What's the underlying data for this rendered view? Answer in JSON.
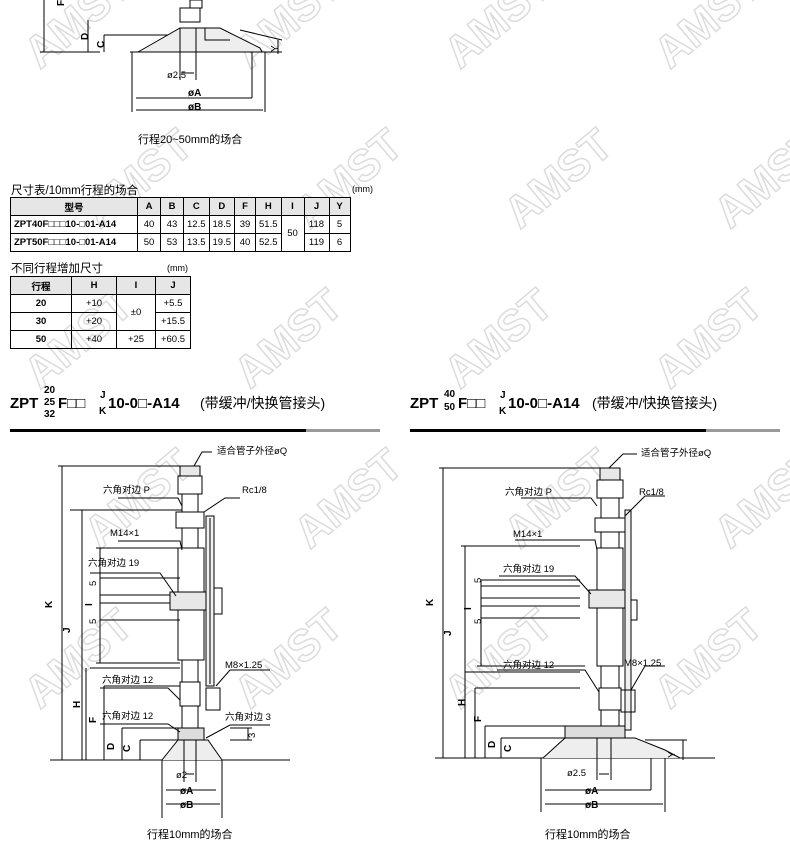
{
  "top_diagram": {
    "labels": {
      "F": "F",
      "D": "D",
      "C": "C",
      "Y": "Y",
      "phi25": "ø2.5",
      "phiA": "øA",
      "phiB": "øB"
    },
    "caption": "行程20~50mm的场合"
  },
  "dim_table": {
    "title": "尺寸表/10mm行程的场合",
    "unit": "(mm)",
    "headers": [
      "型号",
      "A",
      "B",
      "C",
      "D",
      "F",
      "H",
      "I",
      "J",
      "Y"
    ],
    "rows": [
      [
        "ZPT40F□□□10-□01-A14",
        "40",
        "43",
        "12.5",
        "18.5",
        "39",
        "51.5",
        "118",
        "5"
      ],
      [
        "ZPT50F□□□10-□01-A14",
        "50",
        "53",
        "13.5",
        "19.5",
        "40",
        "52.5",
        "119",
        "6"
      ]
    ],
    "merged_I": "50"
  },
  "stroke_table": {
    "title": "不同行程增加尺寸",
    "unit": "(mm)",
    "headers": [
      "行程",
      "H",
      "I",
      "J"
    ],
    "rows": [
      {
        "stroke": "20",
        "H": "+10",
        "J": "+5.5"
      },
      {
        "stroke": "30",
        "H": "+20",
        "J": "+15.5"
      },
      {
        "stroke": "50",
        "H": "+40",
        "I": "+25",
        "J": "+60.5"
      }
    ],
    "merged_I": "±0"
  },
  "left_section": {
    "model": {
      "prefix": "ZPT",
      "sizes": [
        "20",
        "25",
        "32"
      ],
      "mid": "F□□",
      "jk": [
        "J",
        "K"
      ],
      "suffix": "10-0□-A14"
    },
    "note": "(带缓冲/快换管接头)",
    "labels": {
      "tube": "适合管子外径øQ",
      "hexP": "六角对边 P",
      "rc": "Rc1/8",
      "m14": "M14×1",
      "hex19": "六角对边 19",
      "five1": "5",
      "five2": "5",
      "m8": "M8×1.25",
      "hex12a": "六角对边 12",
      "hex12b": "六角对边 12",
      "hex3": "六角对边 3",
      "three": "3",
      "K": "K",
      "J": "J",
      "I": "I",
      "H": "H",
      "F": "F",
      "D": "D",
      "C": "C",
      "phi2": "ø2",
      "phiA": "øA",
      "phiB": "øB"
    },
    "caption": "行程10mm的场合"
  },
  "right_section": {
    "model": {
      "prefix": "ZPT",
      "sizes": [
        "40",
        "50"
      ],
      "mid": "F□□",
      "jk": [
        "J",
        "K"
      ],
      "suffix": "10-0□-A14"
    },
    "note": "(带缓冲/快换管接头)",
    "labels": {
      "tube": "适合管子外径øQ",
      "hexP": "六角对边 P",
      "rc": "Rc1/8",
      "m14": "M14×1",
      "hex19": "六角对边 19",
      "five1": "5",
      "five2": "5",
      "m8": "M8×1.25",
      "hex12": "六角对边 12",
      "K": "K",
      "J": "J",
      "I": "I",
      "H": "H",
      "F": "F",
      "D": "D",
      "C": "C",
      "Y": "Y",
      "phi25": "ø2.5",
      "phiA": "øA",
      "phiB": "øB"
    },
    "caption": "行程10mm的场合"
  },
  "watermark": "AMST"
}
